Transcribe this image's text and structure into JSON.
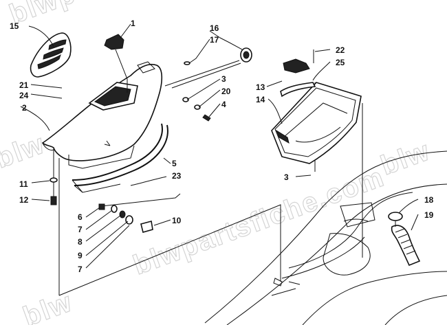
{
  "watermark": {
    "line1": "blwpartsfiche.com",
    "line2": "blwpartsfiche.com",
    "line3": "blw",
    "line4": "blw",
    "line5": "blw"
  },
  "callouts": [
    {
      "id": "c1",
      "label": "1"
    },
    {
      "id": "c2",
      "label": "2"
    },
    {
      "id": "c3a",
      "label": "3"
    },
    {
      "id": "c3b",
      "label": "3"
    },
    {
      "id": "c4",
      "label": "4"
    },
    {
      "id": "c5",
      "label": "5"
    },
    {
      "id": "c6",
      "label": "6"
    },
    {
      "id": "c7a",
      "label": "7"
    },
    {
      "id": "c7b",
      "label": "7"
    },
    {
      "id": "c8",
      "label": "8"
    },
    {
      "id": "c9",
      "label": "9"
    },
    {
      "id": "c10",
      "label": "10"
    },
    {
      "id": "c11",
      "label": "11"
    },
    {
      "id": "c12",
      "label": "12"
    },
    {
      "id": "c13",
      "label": "13"
    },
    {
      "id": "c14",
      "label": "14"
    },
    {
      "id": "c15",
      "label": "15"
    },
    {
      "id": "c16",
      "label": "16"
    },
    {
      "id": "c17",
      "label": "17"
    },
    {
      "id": "c18",
      "label": "18"
    },
    {
      "id": "c19",
      "label": "19"
    },
    {
      "id": "c20",
      "label": "20"
    },
    {
      "id": "c21",
      "label": "21"
    },
    {
      "id": "c22",
      "label": "22"
    },
    {
      "id": "c23",
      "label": "23"
    },
    {
      "id": "c24",
      "label": "24"
    },
    {
      "id": "c25",
      "label": "25"
    }
  ]
}
